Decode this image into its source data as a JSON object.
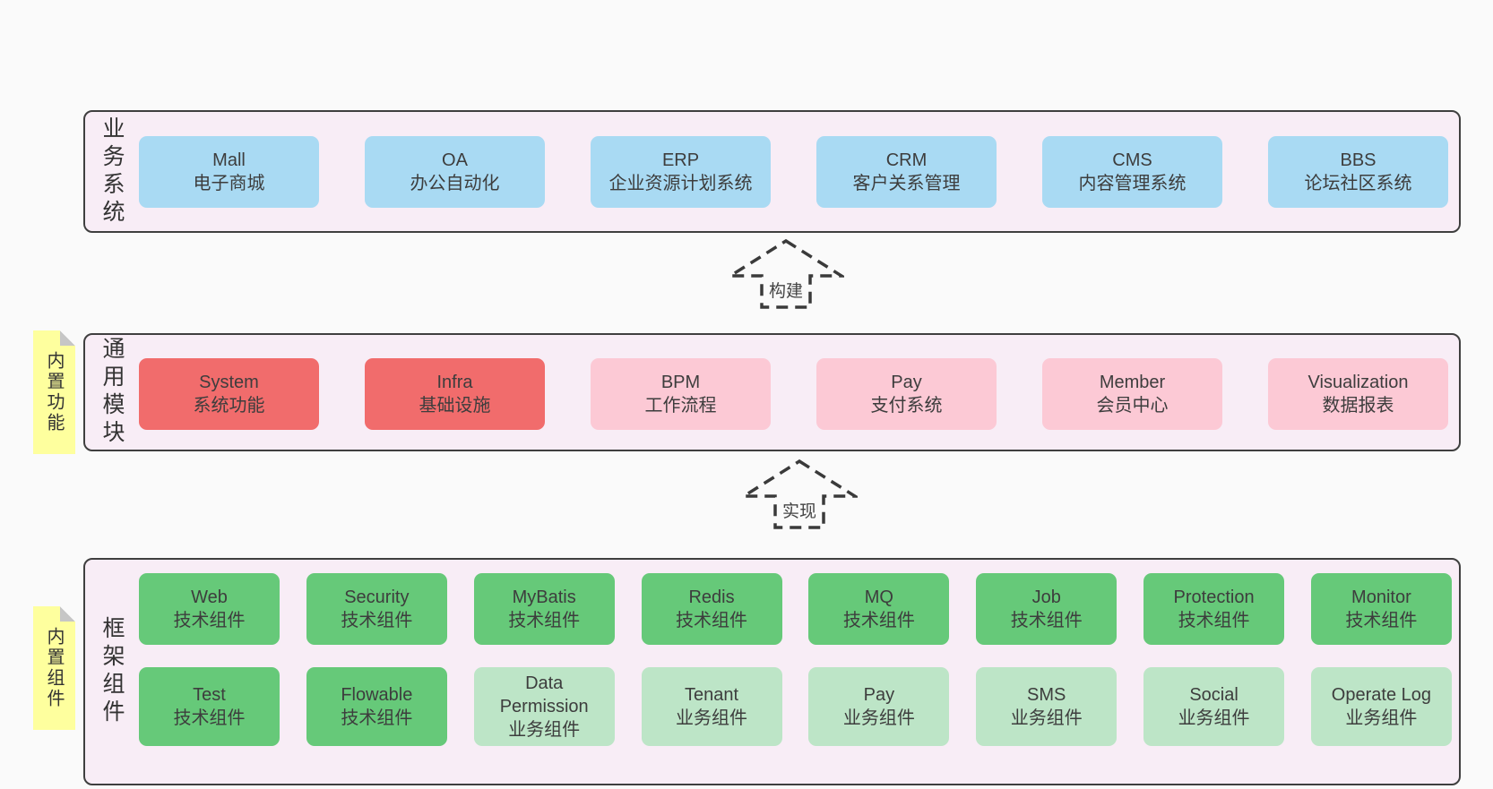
{
  "layers": [
    {
      "label": "业务系统",
      "boxes": [
        {
          "name": "Mall",
          "desc": "电子商城"
        },
        {
          "name": "OA",
          "desc": "办公自动化"
        },
        {
          "name": "ERP",
          "desc": "企业资源计划系统"
        },
        {
          "name": "CRM",
          "desc": "客户关系管理"
        },
        {
          "name": "CMS",
          "desc": "内容管理系统"
        },
        {
          "name": "BBS",
          "desc": "论坛社区系统"
        }
      ]
    },
    {
      "label": "通用模块",
      "note": "内置功能",
      "boxes": [
        {
          "name": "System",
          "desc": "系统功能"
        },
        {
          "name": "Infra",
          "desc": "基础设施"
        },
        {
          "name": "BPM",
          "desc": "工作流程"
        },
        {
          "name": "Pay",
          "desc": "支付系统"
        },
        {
          "name": "Member",
          "desc": "会员中心"
        },
        {
          "name": "Visualization",
          "desc": "数据报表"
        }
      ]
    },
    {
      "label": "框架组件",
      "note": "内置组件",
      "row1": [
        {
          "name": "Web",
          "desc": "技术组件"
        },
        {
          "name": "Security",
          "desc": "技术组件"
        },
        {
          "name": "MyBatis",
          "desc": "技术组件"
        },
        {
          "name": "Redis",
          "desc": "技术组件"
        },
        {
          "name": "MQ",
          "desc": "技术组件"
        },
        {
          "name": "Job",
          "desc": "技术组件"
        },
        {
          "name": "Protection",
          "desc": "技术组件"
        },
        {
          "name": "Monitor",
          "desc": "技术组件"
        }
      ],
      "row2": [
        {
          "name": "Test",
          "desc": "技术组件"
        },
        {
          "name": "Flowable",
          "desc": "技术组件"
        },
        {
          "name": "Data Permission",
          "desc": "业务组件"
        },
        {
          "name": "Tenant",
          "desc": "业务组件"
        },
        {
          "name": "Pay",
          "desc": "业务组件"
        },
        {
          "name": "SMS",
          "desc": "业务组件"
        },
        {
          "name": "Social",
          "desc": "业务组件"
        },
        {
          "name": "Operate Log",
          "desc": "业务组件"
        }
      ]
    }
  ],
  "arrows": [
    {
      "label": "构建"
    },
    {
      "label": "实现"
    }
  ],
  "colors": {
    "page_background": "#fafafa",
    "layer_background": "#f8edf6",
    "layer_border": "#3f3f3f",
    "business_box": "#a9daf3",
    "core_module_box": "#f16c6c",
    "optional_module_box": "#fcc9d5",
    "tech_component_box": "#66c979",
    "biz_component_box": "#bde5c7",
    "sticky_note": "#feff9e",
    "note_fold": "#c6c6c6",
    "text": "#3d3d3d"
  }
}
